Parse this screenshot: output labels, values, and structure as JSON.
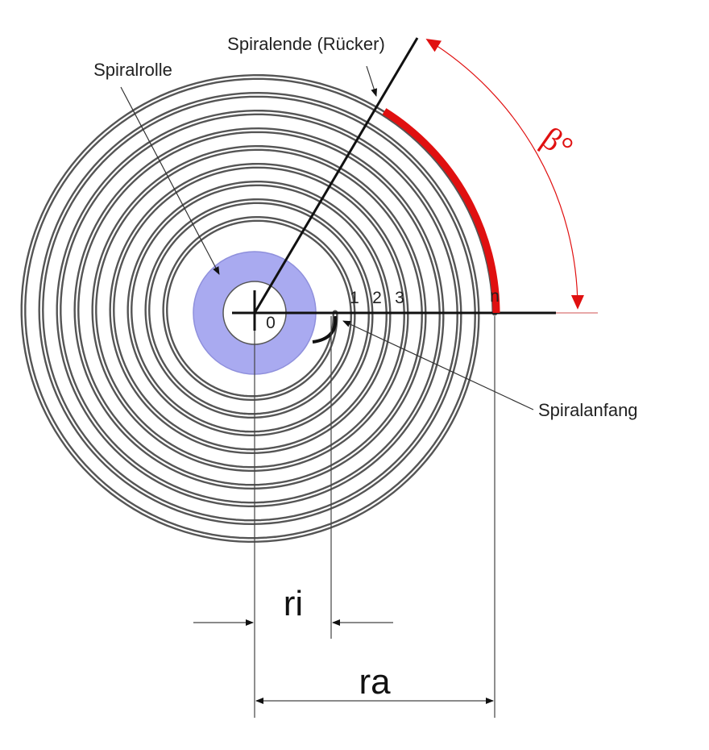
{
  "labels": {
    "spiral_end": "Spiralende (Rücker)",
    "spiral_roll": "Spiralrolle",
    "spiral_start": "Spiralanfang",
    "beta": "β°",
    "ri": "ri",
    "ra": "ra",
    "turn_index": {
      "zero": "0",
      "one": "1",
      "two": "2",
      "three": "3",
      "n": "n"
    }
  },
  "colors": {
    "spiral_stroke": "#555555",
    "spiral_gap": "#ffffff",
    "roll_fill": "#a9aaf0",
    "roll_edge": "#8f90dc",
    "highlight": "#e01010",
    "line": "#111111",
    "thin_line": "#444444"
  },
  "spiral": {
    "turns": 9
  }
}
